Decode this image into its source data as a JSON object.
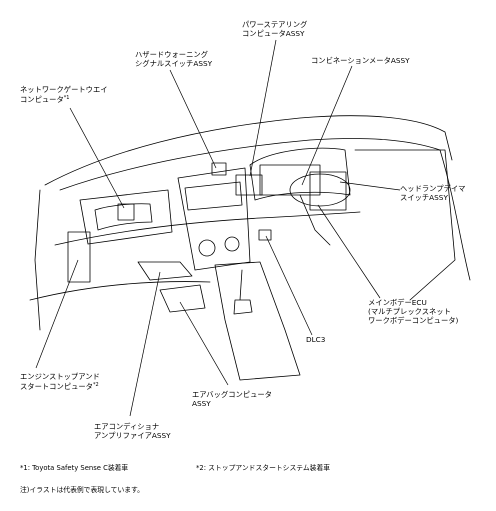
{
  "labels": {
    "power_steering": {
      "line1": "パワーステアリング",
      "line2": "コンピュータASSY"
    },
    "hazard_switch": {
      "line1": "ハザードウォーニング",
      "line2": "シグナルスイッチASSY"
    },
    "combination_meter": {
      "line1": "コンビネーションメータASSY"
    },
    "network_gateway": {
      "line1": "ネットワークゲートウエイ",
      "line2": "コンピュータ",
      "mark": "*1"
    },
    "headlamp_dimmer": {
      "line1": "ヘッドランプデイマ",
      "line2": "スイッチASSY"
    },
    "main_body_ecu": {
      "line1": "メインボデーECU",
      "line2": "(マルチプレックスネット",
      "line3": "ワークボデーコンピュータ)"
    },
    "dlc3": {
      "line1": "DLC3"
    },
    "engine_stop_start": {
      "line1": "エンジンストップアンド",
      "line2": "スタートコンピュータ",
      "mark": "*2"
    },
    "airbag": {
      "line1": "エアバッグコンピュータ",
      "line2": "ASSY"
    },
    "air_conditioner": {
      "line1": "エアコンディショナ",
      "line2": "アンプリファイアASSY"
    }
  },
  "notes": {
    "note1": "*1: Toyota Safety Sense C装着車",
    "note2": "*2: ストップアンドスタートシステム装着車",
    "note3": "注)イラストは代表例で表現しています。"
  },
  "colors": {
    "line": "#000000",
    "background": "#ffffff"
  }
}
